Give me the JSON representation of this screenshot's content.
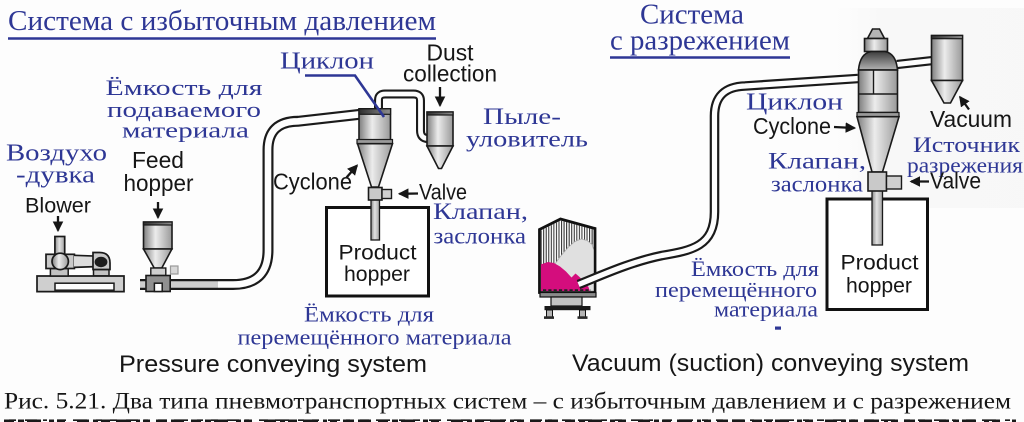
{
  "colors": {
    "annotation_blue": "#2e3795",
    "text_black": "#161616",
    "material_magenta": "#d40d7d",
    "metal_light": "#e9e9e9",
    "metal_dark": "#787878",
    "background": "#fdfdfd"
  },
  "figure": {
    "caption": "Рис. 5.21. Два типа пневмотранспортных систем – с избыточным давлением и с разрежением"
  },
  "pressure_system": {
    "title": "Система с избыточным давлением",
    "caption_en": "Pressure conveying system",
    "labels": {
      "cyclone_ru": "Циклон",
      "cyclone_en": "Cyclone",
      "dust_collection_en": [
        "Dust",
        "collection"
      ],
      "dust_collector_ru": [
        "Пыле-",
        "уловитель"
      ],
      "feed_hopper_ru": [
        "Ёмкость для",
        "подаваемого",
        "материала"
      ],
      "feed_hopper_en": [
        "Feed",
        "hopper"
      ],
      "blower_ru": [
        "Воздухо",
        "-дувка"
      ],
      "blower_en": "Blower",
      "valve_en": "Valve",
      "valve_ru": [
        "Клапан,",
        "заслонка"
      ],
      "product_hopper_en": [
        "Product",
        "hopper"
      ],
      "product_hopper_ru": [
        "Ёмкость для",
        "перемещённого материала"
      ]
    }
  },
  "vacuum_system": {
    "title": [
      "Система",
      "с разрежением"
    ],
    "caption_en": "Vacuum (suction) conveying system",
    "labels": {
      "cyclone_ru": "Циклон",
      "cyclone_en": "Cyclone",
      "vacuum_en": "Vacuum",
      "vacuum_source_ru": [
        "Источник",
        "разрежения"
      ],
      "valve_ru": [
        "Клапан,",
        "заслонка"
      ],
      "valve_en": "Valve",
      "product_hopper_en": [
        "Product",
        "hopper"
      ],
      "product_hopper_ru": [
        "Ёмкость для",
        "перемещённого",
        "материала"
      ],
      "stray_mark": "."
    }
  }
}
